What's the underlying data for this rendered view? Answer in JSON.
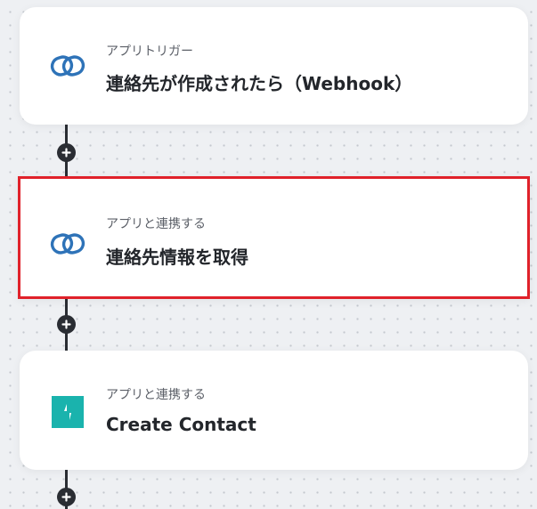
{
  "flow": {
    "steps": [
      {
        "subtitle": "アプリトリガー",
        "title": "連絡先が作成されたら（Webhook）",
        "icon": "link-chain-icon",
        "selected": false
      },
      {
        "subtitle": "アプリと連携する",
        "title": "連絡先情報を取得",
        "icon": "link-chain-icon",
        "selected": true
      },
      {
        "subtitle": "アプリと連携する",
        "title": "Create Contact",
        "icon": "teal-app-logo-icon",
        "selected": false
      }
    ],
    "add_step_icon": "plus-icon"
  },
  "colors": {
    "background": "#eef0f3",
    "card": "#ffffff",
    "selection_border": "#e0212a",
    "connector": "#2a2d33",
    "chain_icon": "#2e73b8",
    "teal_logo": "#1ab3ad"
  }
}
